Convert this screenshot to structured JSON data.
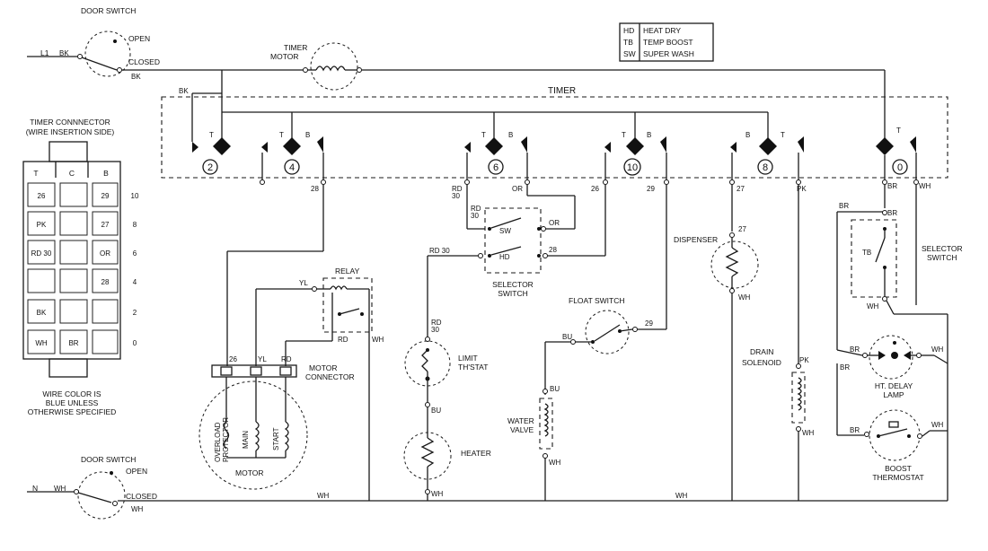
{
  "legend": [
    {
      "abbr": "HD",
      "meaning": "HEAT DRY"
    },
    {
      "abbr": "TB",
      "meaning": "TEMP BOOST"
    },
    {
      "abbr": "SW",
      "meaning": "SUPER WASH"
    }
  ],
  "timer": {
    "title": "TIMER",
    "circuits": [
      "2",
      "4",
      "6",
      "10",
      "8",
      "0"
    ],
    "terminal_letters": {
      "t": "T",
      "b": "B"
    }
  },
  "timer_motor": {
    "label_line1": "TIMER",
    "label_line2": "MOTOR"
  },
  "door_switch_top": {
    "title": "DOOR SWITCH",
    "open": "OPEN",
    "closed": "CLOSED",
    "line": "L1",
    "wire_in": "BK",
    "wire_out": "BK"
  },
  "door_switch_bottom": {
    "title": "DOOR SWITCH",
    "open": "OPEN",
    "closed": "CLOSED",
    "line": "N",
    "wire_in": "WH",
    "wire_out": "WH"
  },
  "connector": {
    "title_line1": "TIMER CONNNECTOR",
    "title_line2": "(WIRE INSERTION SIDE)",
    "col_headers": [
      "T",
      "C",
      "B"
    ],
    "rows": [
      {
        "t": "26",
        "c": "",
        "b": "29",
        "n": "10"
      },
      {
        "t": "PK",
        "c": "",
        "b": "27",
        "n": "8"
      },
      {
        "t": "RD 30",
        "c": "",
        "b": "OR",
        "n": "6"
      },
      {
        "t": "",
        "c": "",
        "b": "28",
        "n": "4"
      },
      {
        "t": "BK",
        "c": "",
        "b": "",
        "n": "2"
      },
      {
        "t": "WH",
        "c": "BR",
        "b": "",
        "n": "0"
      }
    ],
    "note_line1": "WIRE COLOR IS",
    "note_line2": "BLUE UNLESS",
    "note_line3": "OTHERWISE SPECIFIED"
  },
  "wires": {
    "bk": "BK",
    "wh": "WH",
    "rd30": "RD 30",
    "rd": "RD",
    "or": "OR",
    "w26": "26",
    "w27": "27",
    "w28": "28",
    "w29": "29",
    "pk": "PK",
    "br": "BR",
    "bu": "BU",
    "yl": "YL",
    "sw": "SW",
    "hd": "HD",
    "tb": "TB",
    "main": "MAIN",
    "start": "START"
  },
  "labels": {
    "relay": "RELAY",
    "motor_connector_1": "MOTOR",
    "motor_connector_2": "CONNECTOR",
    "motor": "MOTOR",
    "overload_1": "OVERLOAD",
    "overload_2": "PROTECTOR",
    "selector_switch_1": "SELECTOR",
    "selector_switch_2": "SWITCH",
    "limit_1": "LIMIT",
    "limit_2": "TH'STAT",
    "heater": "HEATER",
    "float_switch": "FLOAT SWITCH",
    "water_valve_1": "WATER",
    "water_valve_2": "VALVE",
    "dispenser": "DISPENSER",
    "drain_1": "DRAIN",
    "drain_2": "SOLENOID",
    "ht_delay_1": "HT. DELAY",
    "ht_delay_2": "LAMP",
    "boost_1": "BOOST",
    "boost_2": "THERMOSTAT"
  }
}
